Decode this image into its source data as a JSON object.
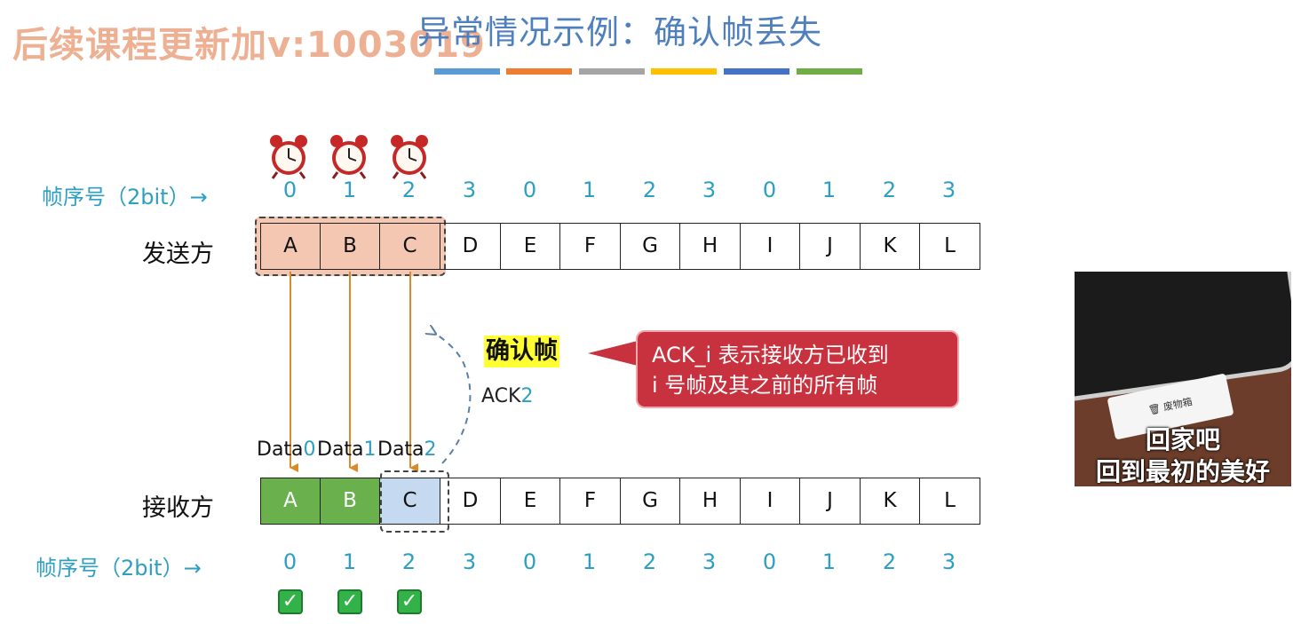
{
  "watermark": "后续课程更新加v:1003019",
  "title": "异常情况示例：确认帧丢失",
  "color_bars": [
    "#5b9bd5",
    "#ed7d31",
    "#a5a5a5",
    "#ffc000",
    "#4472c4",
    "#70ad47"
  ],
  "sender": {
    "seq_label": "帧序号（2bit）→",
    "label": "发送方",
    "seq_numbers": [
      "0",
      "1",
      "2",
      "3",
      "0",
      "1",
      "2",
      "3",
      "0",
      "1",
      "2",
      "3"
    ],
    "frames": [
      "A",
      "B",
      "C",
      "D",
      "E",
      "F",
      "G",
      "H",
      "I",
      "J",
      "K",
      "L"
    ],
    "window_frames": 3
  },
  "receiver": {
    "seq_label": "帧序号（2bit）→",
    "label": "接收方",
    "seq_numbers": [
      "0",
      "1",
      "2",
      "3",
      "0",
      "1",
      "2",
      "3",
      "0",
      "1",
      "2",
      "3"
    ],
    "frames": [
      "A",
      "B",
      "C",
      "D",
      "E",
      "F",
      "G",
      "H",
      "I",
      "J",
      "K",
      "L"
    ],
    "received_frames": 2,
    "window_index": 2
  },
  "data_labels": [
    {
      "prefix": "Data",
      "num": "0"
    },
    {
      "prefix": "Data",
      "num": "1"
    },
    {
      "prefix": "Data",
      "num": "2"
    }
  ],
  "ack": {
    "prefix": "ACK",
    "num": "2"
  },
  "confirm_label": "确认帧",
  "callout": {
    "line1": "ACK_i 表示接收方已收到",
    "line2": "i 号帧及其之前的所有帧"
  },
  "checks": [
    "✓",
    "✓",
    "✓"
  ],
  "thumbnail": {
    "sign": "废物箱",
    "line1": "回家吧",
    "line2": "回到最初的美好"
  },
  "colors": {
    "seq": "#2d9fc0",
    "sender_window": "#f4c7b2",
    "received": "#6ab04c",
    "receiver_window": "#c5daf0",
    "arrow": "#d98a2b",
    "ack_arrow": "#5a7fa6",
    "callout": "#c8323f"
  }
}
